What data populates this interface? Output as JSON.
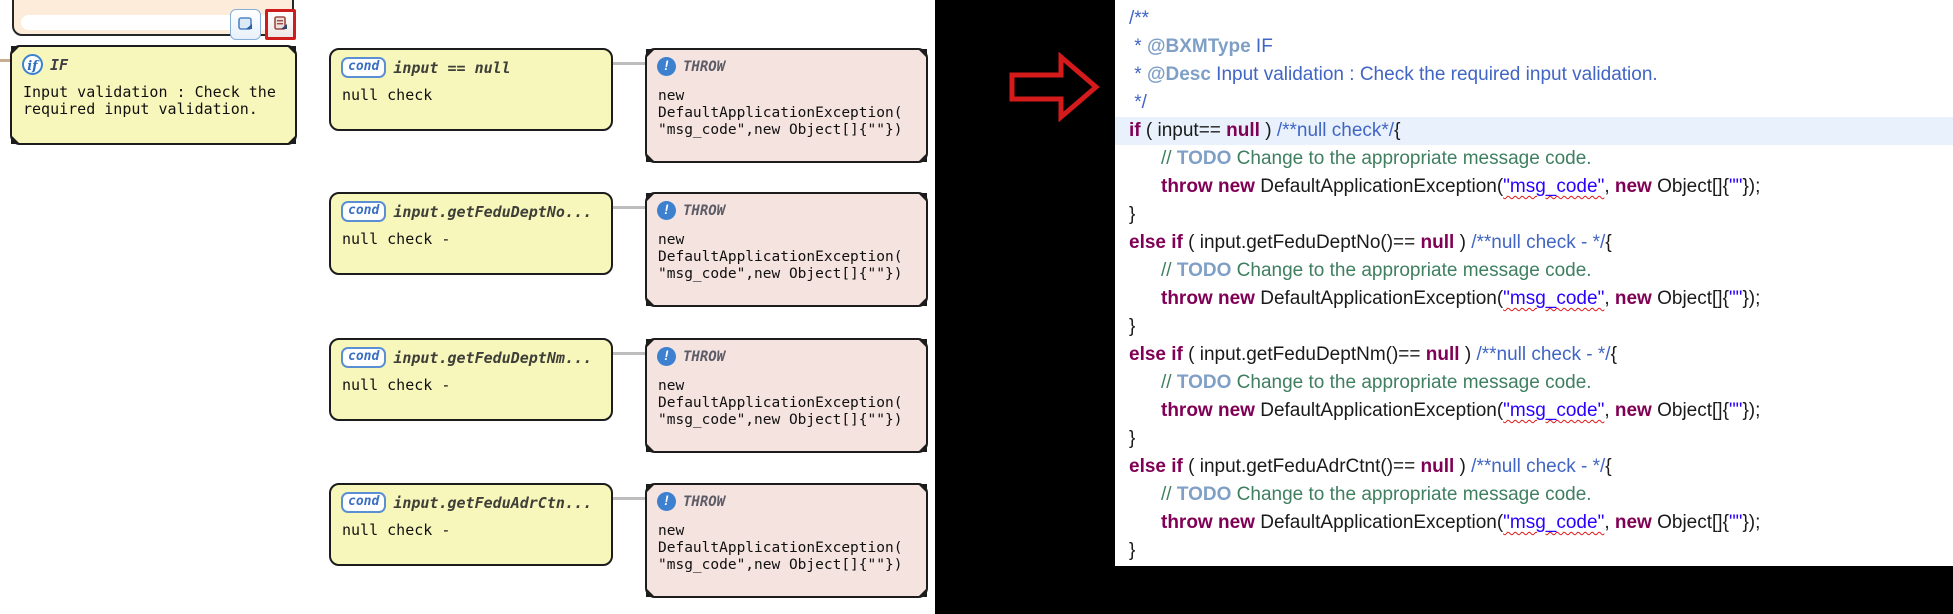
{
  "colors": {
    "block_yellow": "#f8f7bb",
    "block_pink": "#f5e3e0",
    "parent_peach": "#fcecd9",
    "accent_blue": "#3b82d0",
    "arrow_red": "#d41a1a",
    "keyword_maroon": "#7f0055",
    "comment_green": "#3f7f5f",
    "javadoc_blue": "#4165c4",
    "string_blue": "#2a00ff",
    "current_line_highlight": "#e9f2fc"
  },
  "diagram": {
    "toolbar": {
      "button1_icon": "note-icon",
      "button2_icon": "source-view-icon"
    },
    "if_block": {
      "icon_label": "if",
      "title": "IF",
      "body_line1": "Input validation : Check the",
      "body_line2": "required input validation."
    },
    "throw_icon": "!",
    "rows": [
      {
        "badge": "cond",
        "expr": "input == null",
        "note": "null check",
        "throw_title": "THROW",
        "throw_line1": "new",
        "throw_line2": "DefaultApplicationException(",
        "throw_line3": "\"msg_code\",new Object[]{\"\"})"
      },
      {
        "badge": "cond",
        "expr": "input.getFeduDeptNo...",
        "note": "null check -",
        "throw_title": "THROW",
        "throw_line1": "new",
        "throw_line2": "DefaultApplicationException(",
        "throw_line3": "\"msg_code\",new Object[]{\"\"})"
      },
      {
        "badge": "cond",
        "expr": "input.getFeduDeptNm...",
        "note": "null check -",
        "throw_title": "THROW",
        "throw_line1": "new",
        "throw_line2": "DefaultApplicationException(",
        "throw_line3": "\"msg_code\",new Object[]{\"\"})"
      },
      {
        "badge": "cond",
        "expr": "input.getFeduAdrCtn...",
        "note": "null check -",
        "throw_title": "THROW",
        "throw_line1": "new",
        "throw_line2": "DefaultApplicationException(",
        "throw_line3": "\"msg_code\",new Object[]{\"\"})"
      }
    ]
  },
  "code": {
    "lines": [
      {
        "segments": [
          {
            "c": "jdoc",
            "t": "/**"
          }
        ]
      },
      {
        "segments": [
          {
            "c": "jdoc",
            "t": " * "
          },
          {
            "c": "jtag",
            "t": "@BXMType"
          },
          {
            "c": "jdoc",
            "t": " IF"
          }
        ]
      },
      {
        "segments": [
          {
            "c": "jdoc",
            "t": " * "
          },
          {
            "c": "jtag",
            "t": "@Desc"
          },
          {
            "c": "jdoc",
            "t": " Input validation : Check the required input validation."
          }
        ]
      },
      {
        "segments": [
          {
            "c": "jdoc",
            "t": " */"
          }
        ]
      },
      {
        "hl": true,
        "segments": [
          {
            "c": "kw",
            "t": "if"
          },
          {
            "c": "pl",
            "t": " ( input== "
          },
          {
            "c": "kw",
            "t": "null"
          },
          {
            "c": "pl",
            "t": " ) "
          },
          {
            "c": "jdoc",
            "t": "/**null check*/"
          },
          {
            "c": "pl",
            "t": "{"
          }
        ]
      },
      {
        "ind": true,
        "segments": [
          {
            "c": "com",
            "t": "// "
          },
          {
            "c": "todo",
            "t": "TODO"
          },
          {
            "c": "com",
            "t": " Change to the appropriate message code."
          }
        ]
      },
      {
        "ind": true,
        "segments": [
          {
            "c": "kw",
            "t": "throw new"
          },
          {
            "c": "pl",
            "t": " DefaultApplicationException("
          },
          {
            "c": "strw",
            "t": "\"msg_code\""
          },
          {
            "c": "pl",
            "t": ", "
          },
          {
            "c": "kw",
            "t": "new"
          },
          {
            "c": "pl",
            "t": " Object[]{"
          },
          {
            "c": "str",
            "t": "\"\""
          },
          {
            "c": "pl",
            "t": "});"
          }
        ]
      },
      {
        "segments": [
          {
            "c": "pl",
            "t": "}"
          }
        ]
      },
      {
        "segments": [
          {
            "c": "kw",
            "t": "else if"
          },
          {
            "c": "pl",
            "t": " ( input.getFeduDeptNo()== "
          },
          {
            "c": "kw",
            "t": "null"
          },
          {
            "c": "pl",
            "t": " ) "
          },
          {
            "c": "jdoc",
            "t": "/**null check - */"
          },
          {
            "c": "pl",
            "t": "{"
          }
        ]
      },
      {
        "ind": true,
        "segments": [
          {
            "c": "com",
            "t": "// "
          },
          {
            "c": "todo",
            "t": "TODO"
          },
          {
            "c": "com",
            "t": " Change to the appropriate message code."
          }
        ]
      },
      {
        "ind": true,
        "segments": [
          {
            "c": "kw",
            "t": "throw new"
          },
          {
            "c": "pl",
            "t": " DefaultApplicationException("
          },
          {
            "c": "strw",
            "t": "\"msg_code\""
          },
          {
            "c": "pl",
            "t": ", "
          },
          {
            "c": "kw",
            "t": "new"
          },
          {
            "c": "pl",
            "t": " Object[]{"
          },
          {
            "c": "str",
            "t": "\"\""
          },
          {
            "c": "pl",
            "t": "});"
          }
        ]
      },
      {
        "segments": [
          {
            "c": "pl",
            "t": "}"
          }
        ]
      },
      {
        "segments": [
          {
            "c": "kw",
            "t": "else if"
          },
          {
            "c": "pl",
            "t": " ( input.getFeduDeptNm()== "
          },
          {
            "c": "kw",
            "t": "null"
          },
          {
            "c": "pl",
            "t": " ) "
          },
          {
            "c": "jdoc",
            "t": "/**null check - */"
          },
          {
            "c": "pl",
            "t": "{"
          }
        ]
      },
      {
        "ind": true,
        "segments": [
          {
            "c": "com",
            "t": "// "
          },
          {
            "c": "todo",
            "t": "TODO"
          },
          {
            "c": "com",
            "t": " Change to the appropriate message code."
          }
        ]
      },
      {
        "ind": true,
        "segments": [
          {
            "c": "kw",
            "t": "throw new"
          },
          {
            "c": "pl",
            "t": " DefaultApplicationException("
          },
          {
            "c": "strw",
            "t": "\"msg_code\""
          },
          {
            "c": "pl",
            "t": ", "
          },
          {
            "c": "kw",
            "t": "new"
          },
          {
            "c": "pl",
            "t": " Object[]{"
          },
          {
            "c": "str",
            "t": "\"\""
          },
          {
            "c": "pl",
            "t": "});"
          }
        ]
      },
      {
        "segments": [
          {
            "c": "pl",
            "t": "}"
          }
        ]
      },
      {
        "segments": [
          {
            "c": "kw",
            "t": "else if"
          },
          {
            "c": "pl",
            "t": " ( input.getFeduAdrCtnt()== "
          },
          {
            "c": "kw",
            "t": "null"
          },
          {
            "c": "pl",
            "t": " ) "
          },
          {
            "c": "jdoc",
            "t": "/**null check - */"
          },
          {
            "c": "pl",
            "t": "{"
          }
        ]
      },
      {
        "ind": true,
        "segments": [
          {
            "c": "com",
            "t": "// "
          },
          {
            "c": "todo",
            "t": "TODO"
          },
          {
            "c": "com",
            "t": " Change to the appropriate message code."
          }
        ]
      },
      {
        "ind": true,
        "segments": [
          {
            "c": "kw",
            "t": "throw new"
          },
          {
            "c": "pl",
            "t": " DefaultApplicationException("
          },
          {
            "c": "strw",
            "t": "\"msg_code\""
          },
          {
            "c": "pl",
            "t": ", "
          },
          {
            "c": "kw",
            "t": "new"
          },
          {
            "c": "pl",
            "t": " Object[]{"
          },
          {
            "c": "str",
            "t": "\"\""
          },
          {
            "c": "pl",
            "t": "});"
          }
        ]
      },
      {
        "segments": [
          {
            "c": "pl",
            "t": "}"
          }
        ]
      }
    ]
  }
}
